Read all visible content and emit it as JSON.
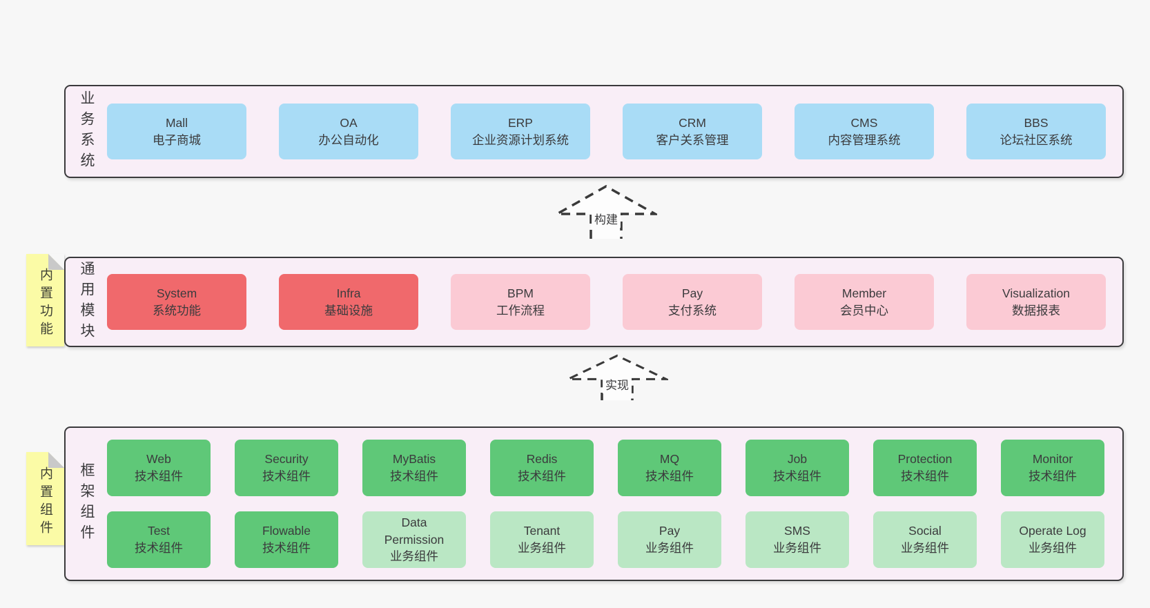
{
  "colors": {
    "canvas_bg": "#f7f7f7",
    "band_bg": "#f9eef7",
    "band_border": "#3a3a3c",
    "tab_bg": "#fbfba6",
    "tab_fold": "#c9c9c9",
    "box_blue": "#a9dcf6",
    "box_red": "#f0696c",
    "box_pink": "#fbcad4",
    "box_green_dark": "#5fc878",
    "box_green_light": "#bae7c4",
    "text": "#3b3b3d"
  },
  "tabs": [
    {
      "label": "内置功能"
    },
    {
      "label": "内置组件"
    }
  ],
  "arrows": [
    {
      "label": "构建"
    },
    {
      "label": "实现"
    }
  ],
  "bands": [
    {
      "label": "业务系统",
      "rows": [
        [
          {
            "name": "Mall",
            "sub": "电子商城"
          },
          {
            "name": "OA",
            "sub": "办公自动化"
          },
          {
            "name": "ERP",
            "sub": "企业资源计划系统"
          },
          {
            "name": "CRM",
            "sub": "客户关系管理"
          },
          {
            "name": "CMS",
            "sub": "内容管理系统"
          },
          {
            "name": "BBS",
            "sub": "论坛社区系统"
          }
        ]
      ]
    },
    {
      "label": "通用模块",
      "rows": [
        [
          {
            "name": "System",
            "sub": "系统功能"
          },
          {
            "name": "Infra",
            "sub": "基础设施"
          },
          {
            "name": "BPM",
            "sub": "工作流程"
          },
          {
            "name": "Pay",
            "sub": "支付系统"
          },
          {
            "name": "Member",
            "sub": "会员中心"
          },
          {
            "name": "Visualization",
            "sub": "数据报表"
          }
        ]
      ]
    },
    {
      "label": "框架组件",
      "rows": [
        [
          {
            "name": "Web",
            "sub": "技术组件"
          },
          {
            "name": "Security",
            "sub": "技术组件"
          },
          {
            "name": "MyBatis",
            "sub": "技术组件"
          },
          {
            "name": "Redis",
            "sub": "技术组件"
          },
          {
            "name": "MQ",
            "sub": "技术组件"
          },
          {
            "name": "Job",
            "sub": "技术组件"
          },
          {
            "name": "Protection",
            "sub": "技术组件"
          },
          {
            "name": "Monitor",
            "sub": "技术组件"
          }
        ],
        [
          {
            "name": "Test",
            "sub": "技术组件"
          },
          {
            "name": "Flowable",
            "sub": "技术组件"
          },
          {
            "name": "Data\nPermission",
            "sub": "业务组件"
          },
          {
            "name": "Tenant",
            "sub": "业务组件"
          },
          {
            "name": "Pay",
            "sub": "业务组件"
          },
          {
            "name": "SMS",
            "sub": "业务组件"
          },
          {
            "name": "Social",
            "sub": "业务组件"
          },
          {
            "name": "Operate Log",
            "sub": "业务组件"
          }
        ]
      ]
    }
  ]
}
